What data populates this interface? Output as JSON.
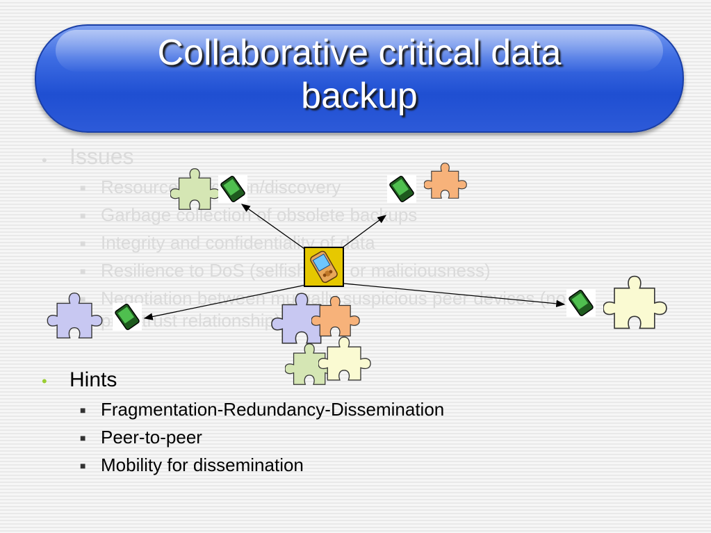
{
  "title": {
    "line1": "Collaborative critical data",
    "line2": "backup"
  },
  "issues": {
    "heading": "Issues",
    "items": [
      "Resource allocation/discovery",
      "Garbage collection of obsolete backups",
      "Integrity and confidentiality of data",
      "Resilience to DoS (selfishness or maliciousness)",
      "Negotiation between mutually suspicious peer devices (no",
      "prior trust relationship)"
    ]
  },
  "hints": {
    "heading": "Hints",
    "items": [
      "Fragmentation-Redundancy-Dissemination",
      "Peer-to-peer",
      "Mobility for dissemination"
    ]
  },
  "colors": {
    "title_bar": "#2d5ad8",
    "hints_bullet": "#9acd32",
    "puzzle_green": "#d5e6b4",
    "puzzle_orange": "#f7b27a",
    "puzzle_blue": "#c8c8f2",
    "puzzle_yellow": "#fafad2",
    "center_frame": "#e6c800"
  },
  "icons": [
    "puzzle-piece-icon",
    "pda-device-icon",
    "handheld-computer-icon",
    "arrow-icon"
  ]
}
